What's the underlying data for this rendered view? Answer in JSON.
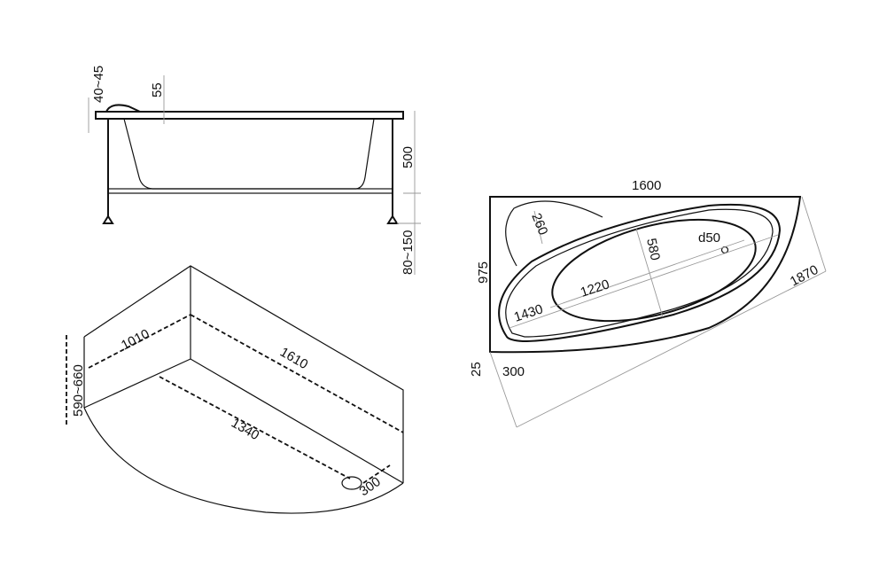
{
  "side_view": {
    "dims": {
      "rim_height": "40~45",
      "rim_thickness": "55",
      "depth": "500",
      "leg_height": "80~150"
    }
  },
  "iso_view": {
    "dims": {
      "side_width": "1010",
      "length": "1610",
      "inner_length": "1340",
      "height": "590~660",
      "drain": "300"
    }
  },
  "top_view": {
    "dims": {
      "width": "1600",
      "depth": "975",
      "diagonal": "1870",
      "headrest": "260",
      "inner_width": "580",
      "outer_length": "1430",
      "inner_length": "1220",
      "drain": "d50",
      "offset_y": "25",
      "offset_x": "300"
    }
  }
}
